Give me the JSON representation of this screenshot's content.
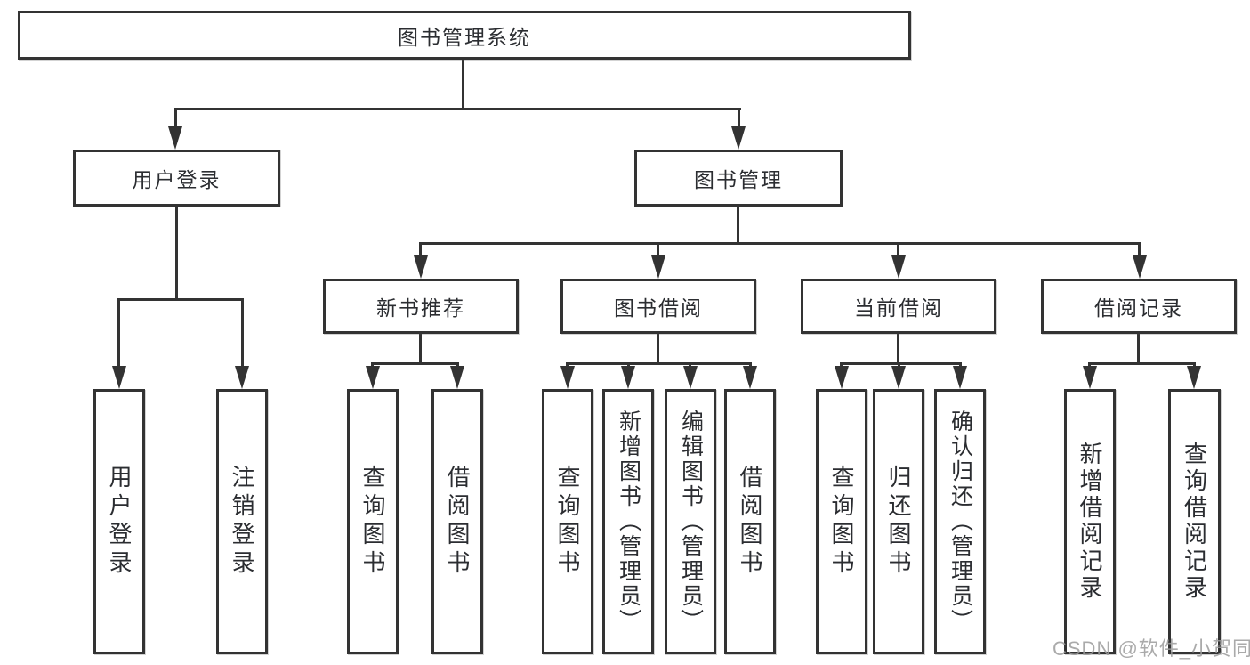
{
  "diagram": {
    "root": {
      "label": "图书管理系统"
    },
    "level2": [
      {
        "label": "用户登录"
      },
      {
        "label": "图书管理"
      }
    ],
    "level3": [
      {
        "label": "新书推荐"
      },
      {
        "label": "图书借阅"
      },
      {
        "label": "当前借阅"
      },
      {
        "label": "借阅记录"
      }
    ],
    "leaves": {
      "user_login": [
        {
          "label": "用户登录"
        },
        {
          "label": "注销登录"
        }
      ],
      "new_book": [
        {
          "label": "查询图书"
        },
        {
          "label": "借阅图书"
        }
      ],
      "book_borrow": [
        {
          "label": "查询图书"
        },
        {
          "label": "新增图书（管理员）"
        },
        {
          "label": "编辑图书（管理员）"
        },
        {
          "label": "借阅图书"
        }
      ],
      "current_borrow": [
        {
          "label": "查询图书"
        },
        {
          "label": "归还图书"
        },
        {
          "label": "确认归还（管理员）"
        }
      ],
      "borrow_record": [
        {
          "label": "新增借阅记录"
        },
        {
          "label": "查询借阅记录"
        }
      ]
    }
  },
  "watermark": {
    "text": "CSDN @软件_小贺同学"
  },
  "colors": {
    "line": "#333333",
    "background": "#ffffff",
    "watermark": "#9b9b9b"
  }
}
